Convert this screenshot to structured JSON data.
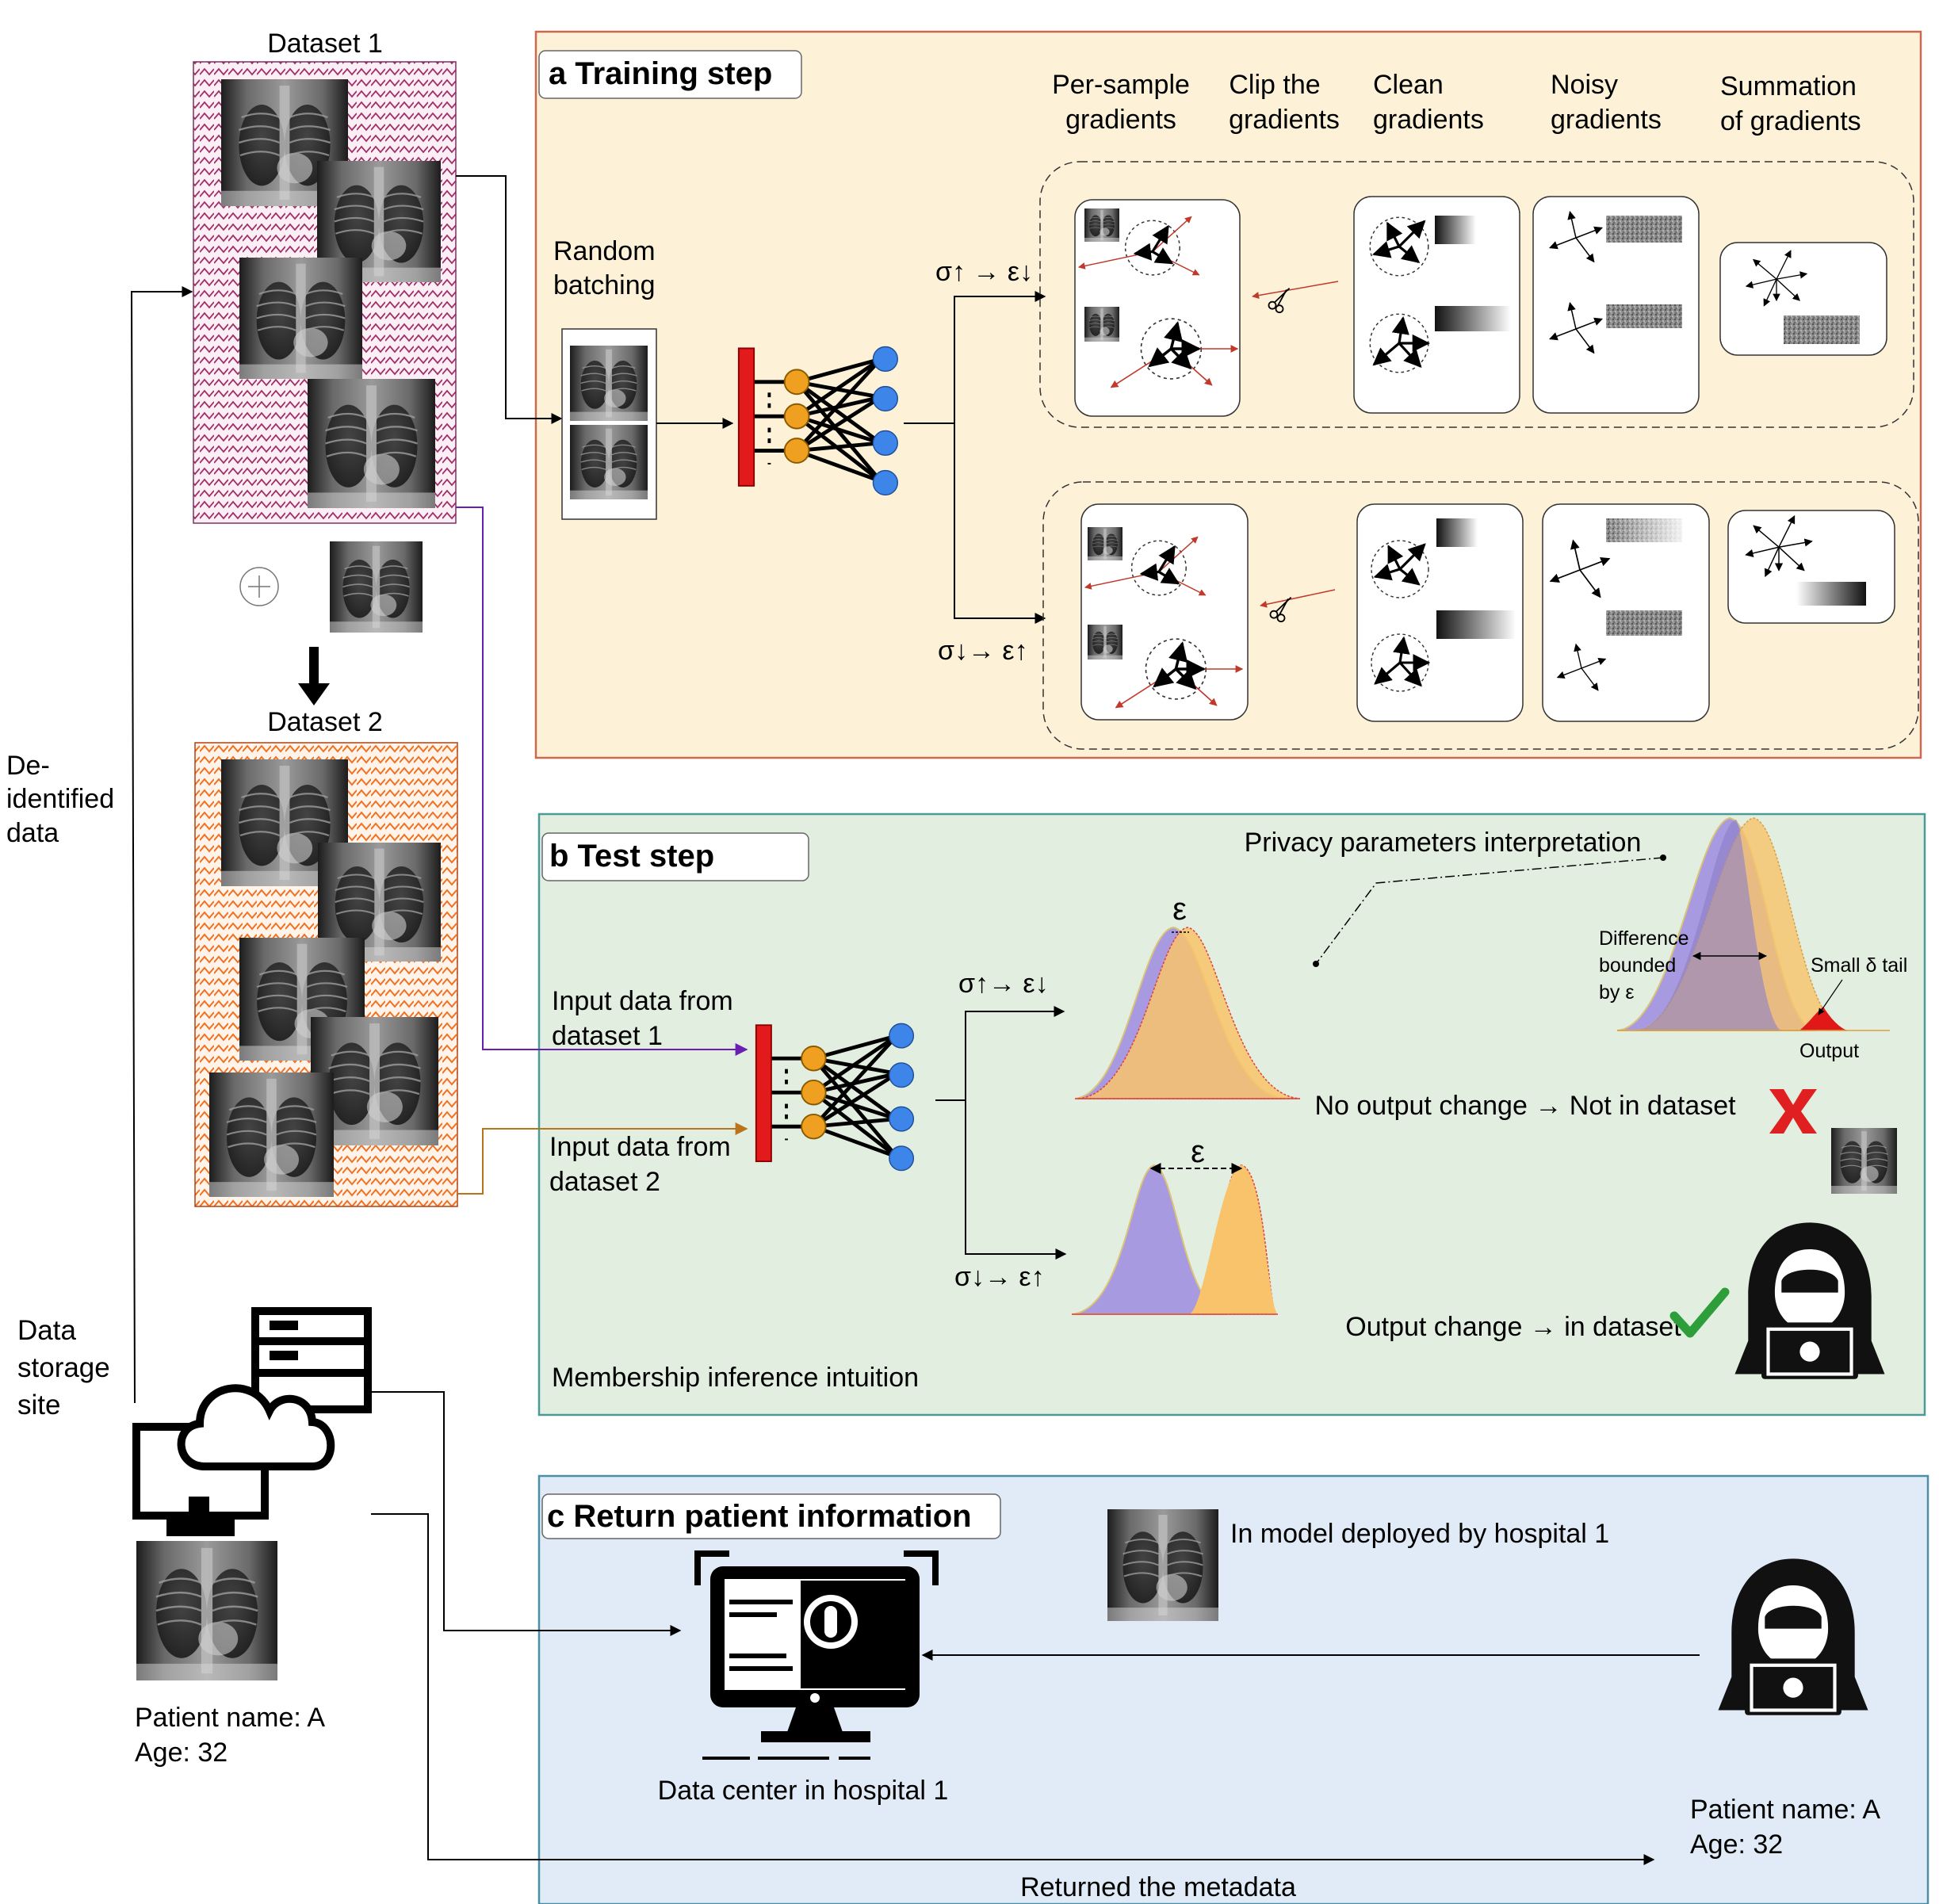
{
  "left": {
    "dataset1": "Dataset 1",
    "dataset2": "Dataset 2",
    "deidentified": [
      "De-",
      "identified",
      "data"
    ],
    "storage": [
      "Data",
      "storage",
      "site"
    ],
    "patient_name": "Patient name: A",
    "patient_age": "Age: 32"
  },
  "panel_a": {
    "title": "a Training step",
    "random_batching": [
      "Random",
      "batching"
    ],
    "col_headers": [
      [
        "Per-sample",
        "gradients"
      ],
      [
        "Clip the",
        "gradients"
      ],
      [
        "Clean",
        "gradients"
      ],
      [
        "Noisy",
        "gradients"
      ],
      [
        "Summation",
        "of gradients"
      ]
    ],
    "sigma_up": "σ↑ → ε↓",
    "sigma_down": "σ↓→ ε↑"
  },
  "panel_b": {
    "title": "b Test step",
    "input1": [
      "Input data from",
      "dataset 1"
    ],
    "input2": [
      "Input data from",
      "dataset 2"
    ],
    "sigma_up": "σ↑→ ε↓",
    "sigma_down": "σ↓→ ε↑",
    "epsilon": "ε",
    "privacy_interp": "Privacy parameters interpretation",
    "difference": [
      "Difference",
      "bounded",
      "by ε"
    ],
    "small_delta": "Small δ tail",
    "output": "Output",
    "no_change": "No output change → Not in dataset",
    "change": "Output change → in dataset",
    "membership": "Membership inference intuition"
  },
  "panel_c": {
    "title": "c Return patient information",
    "deployed": "In model deployed by hospital 1",
    "datacenter": "Data center in hospital 1",
    "patient_name": "Patient name: A",
    "patient_age": "Age: 32",
    "returned": "Returned the metadata"
  },
  "colors": {
    "panel_a_bg": "#fdf2d8",
    "panel_a_border": "#c9694f",
    "panel_b_bg": "#e2eedf",
    "panel_b_border": "#4a9a9a",
    "panel_c_bg": "#e1ebf8",
    "panel_c_border": "#4a8fa8",
    "node_blue": "#3d85e8",
    "node_orange": "#f0a020",
    "layer_red": "#e31a1c",
    "dist_purple": "#a89ae0",
    "dist_orange": "#f8c36a",
    "check_green": "#2e9e3a",
    "cross_red": "#e02020"
  }
}
